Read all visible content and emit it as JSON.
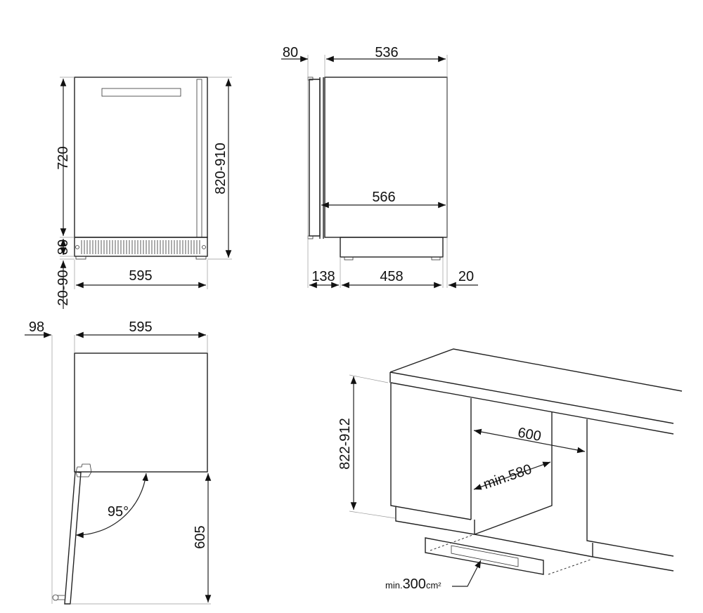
{
  "front_view": {
    "height_door": "720",
    "height_base": "80",
    "feet": "20-90",
    "total_height": "820-910",
    "width": "595"
  },
  "side_view": {
    "door_depth": "80",
    "body_depth": "536",
    "total_depth": "566",
    "bottom_front": "138",
    "bottom_base": "458",
    "bottom_rear": "20"
  },
  "top_view": {
    "handle_offset": "98",
    "width": "595",
    "angle": "95°",
    "door_open_depth": "605"
  },
  "niche_view": {
    "height": "822-912",
    "width": "600",
    "depth": "min.580",
    "vent_prefix": "min.",
    "vent_value": "300",
    "vent_unit": "cm²"
  }
}
